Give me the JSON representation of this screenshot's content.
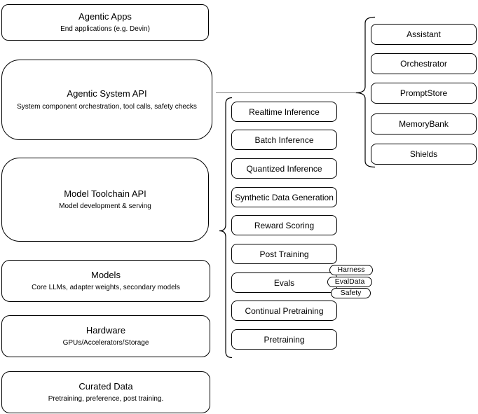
{
  "diagram": {
    "left_stack": [
      {
        "title": "Agentic Apps",
        "subtitle": "End applications (e.g. Devin)"
      },
      {
        "title": "Agentic System API",
        "subtitle": "System component orchestration, tool calls, safety checks"
      },
      {
        "title": "Model Toolchain API",
        "subtitle": "Model development & serving"
      },
      {
        "title": "Models",
        "subtitle": "Core LLMs, adapter weights, secondary models"
      },
      {
        "title": "Hardware",
        "subtitle": "GPUs/Accelerators/Storage"
      },
      {
        "title": "Curated Data",
        "subtitle": "Pretraining, preference, post training."
      }
    ],
    "toolchain_components": [
      "Realtime Inference",
      "Batch Inference",
      "Quantized Inference",
      "Synthetic Data Generation",
      "Reward Scoring",
      "Post Training",
      "Evals",
      "Continual Pretraining",
      "Pretraining"
    ],
    "evals_tags": [
      "Harness",
      "EvalData",
      "Safety"
    ],
    "system_components": [
      "Assistant",
      "Orchestrator",
      "PromptStore",
      "MemoryBank",
      "Shields"
    ],
    "colors": {
      "stroke": "#000000",
      "background": "#ffffff",
      "connector_line": "#808080"
    }
  }
}
